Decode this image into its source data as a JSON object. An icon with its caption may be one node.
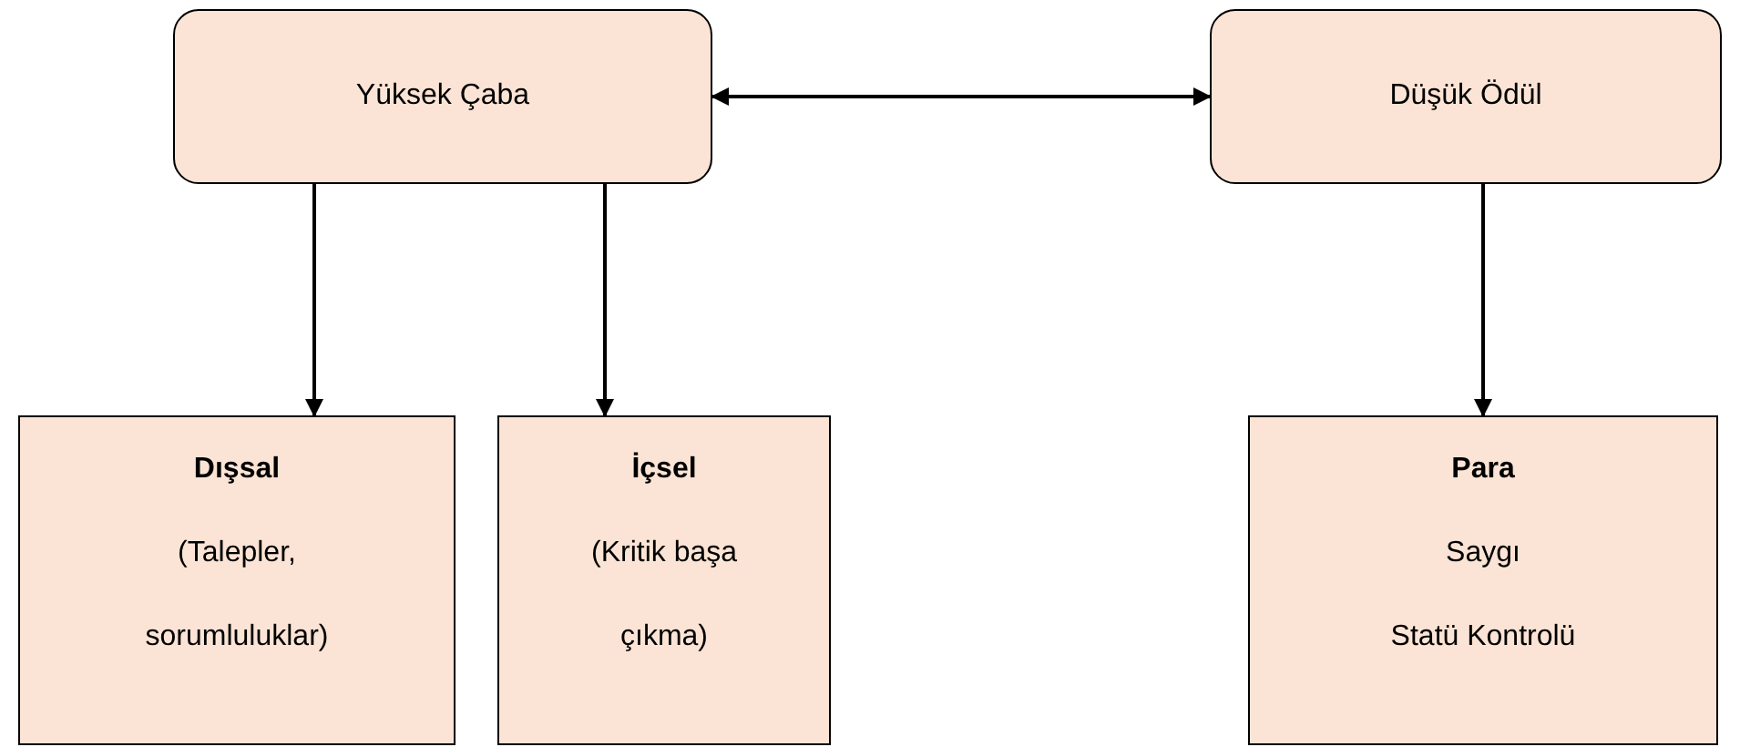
{
  "diagram": {
    "nodes": [
      {
        "text": [
          "Yüksek Çaba"
        ]
      },
      {
        "text": [
          "Düşük Ödül"
        ]
      },
      {
        "text": [
          "Dışsal",
          "(Talepler, sorumluluklar)"
        ]
      },
      {
        "text": [
          "İçsel",
          "(Kritik başa çıkma)"
        ]
      },
      {
        "text": [
          "Para",
          "Saygı",
          "Statü Kontrolü"
        ]
      }
    ],
    "edges": [
      {
        "from": 0,
        "to": 1,
        "arrow": "both"
      },
      {
        "from": 0,
        "to": 2,
        "arrow": "to"
      },
      {
        "from": 0,
        "to": 3,
        "arrow": "to"
      },
      {
        "from": 1,
        "to": 4,
        "arrow": "to"
      }
    ]
  }
}
